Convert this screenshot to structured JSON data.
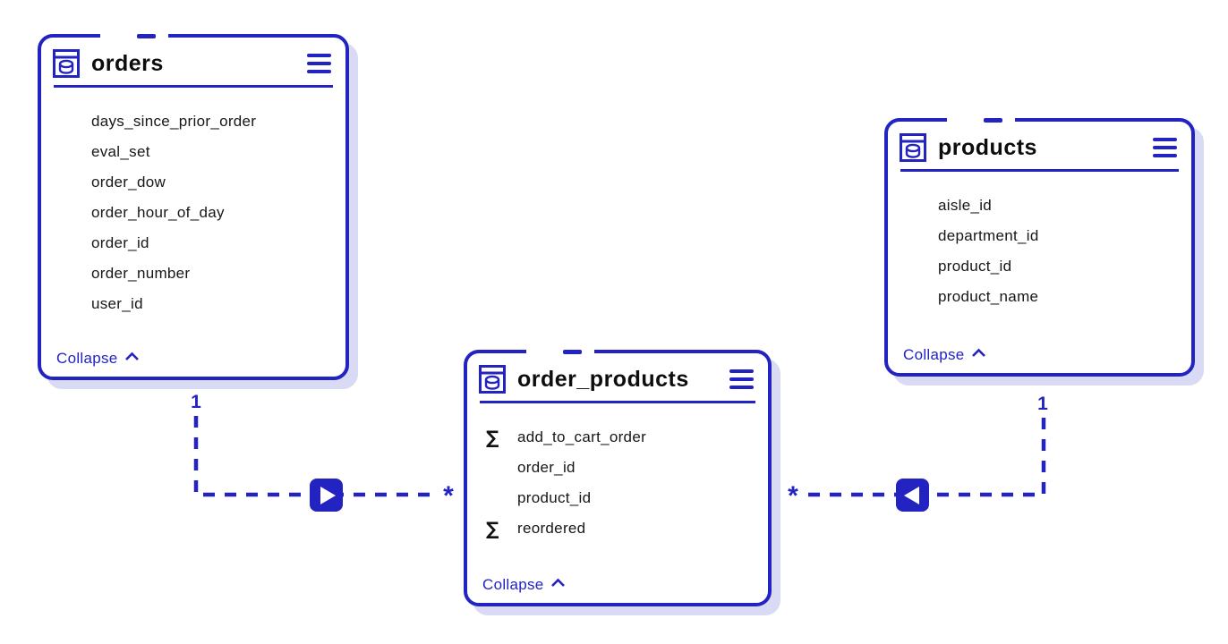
{
  "colors": {
    "accent": "#2323c1",
    "shadow": "#d9daf3",
    "title_text": "#0d0d0d",
    "field_text": "#171717",
    "canvas": "#ffffff"
  },
  "icons": {
    "table_icon": "database-table-icon",
    "menu_icon": "hamburger-menu-icon",
    "collapse_caret": "chevron-up-icon",
    "sum": "∑"
  },
  "tables": [
    {
      "title": "orders",
      "fields": [
        {
          "name": "days_since_prior_order"
        },
        {
          "name": "eval_set"
        },
        {
          "name": "order_dow"
        },
        {
          "name": "order_hour_of_day"
        },
        {
          "name": "order_id"
        },
        {
          "name": "order_number"
        },
        {
          "name": "user_id"
        }
      ],
      "collapse_label": "Collapse"
    },
    {
      "title": "products",
      "fields": [
        {
          "name": "aisle_id"
        },
        {
          "name": "department_id"
        },
        {
          "name": "product_id"
        },
        {
          "name": "product_name"
        }
      ],
      "collapse_label": "Collapse"
    },
    {
      "title": "order_products",
      "fields": [
        {
          "name": "add_to_cart_order",
          "icon": "sum"
        },
        {
          "name": "order_id"
        },
        {
          "name": "product_id"
        },
        {
          "name": "reordered",
          "icon": "sum"
        }
      ],
      "collapse_label": "Collapse"
    }
  ],
  "connections": [
    {
      "from_table": "orders",
      "to_table": "order_products",
      "one_label": "1",
      "many_label": "*"
    },
    {
      "from_table": "products",
      "to_table": "order_products",
      "one_label": "1",
      "many_label": "*"
    }
  ]
}
